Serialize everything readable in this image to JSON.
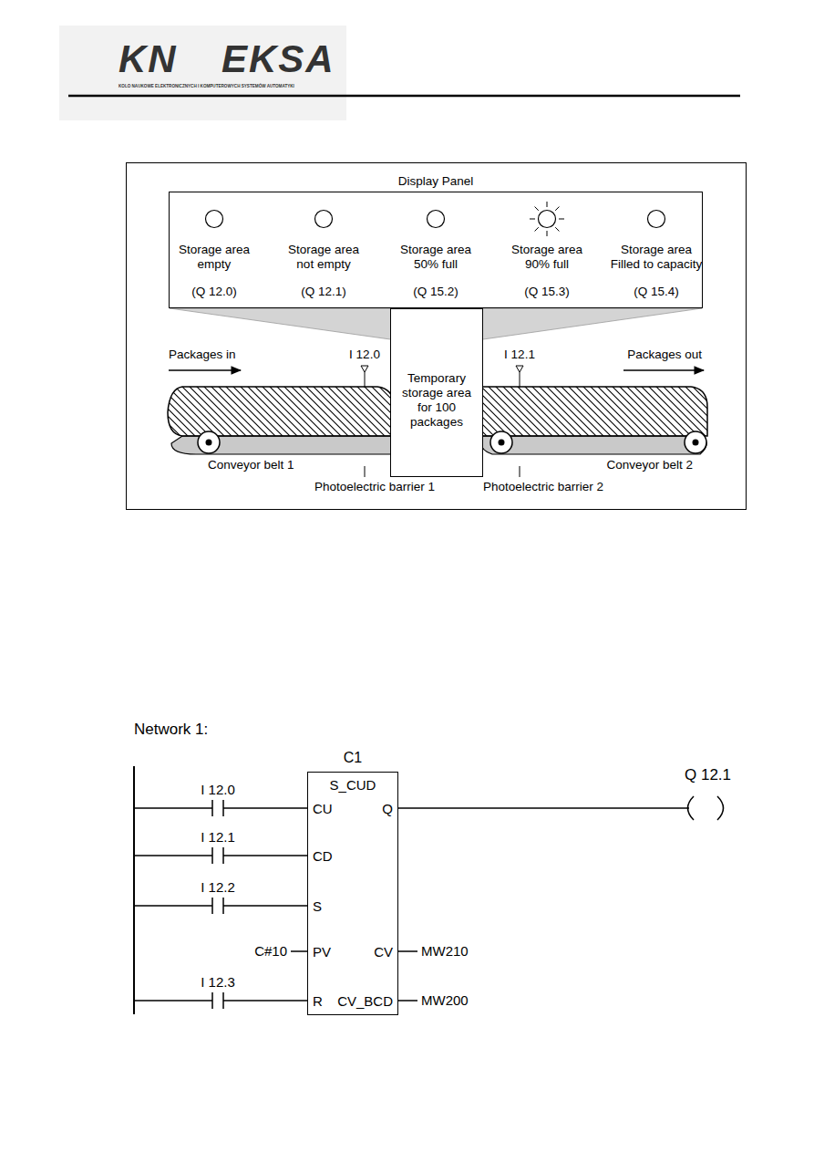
{
  "diagram": {
    "nodes": [
      {
        "text": [
          "Display Panel"
        ]
      },
      {
        "text": [
          "Storage area empty",
          "(Q 12.0)"
        ],
        "in": 0
      },
      {
        "text": [
          "Storage area not empty",
          "(Q 12.1)"
        ],
        "in": 0
      },
      {
        "text": [
          "Storage area 50% full",
          "(Q 15.2)"
        ],
        "in": 0
      },
      {
        "text": [
          "Storage area 90% full",
          "(Q 15.3)"
        ],
        "in": 0
      },
      {
        "text": [
          "Storage area Filled to capacity",
          "(Q 15.4)"
        ],
        "in": 0
      },
      {
        "text": [
          "Temporary storage area for 100 packages"
        ]
      },
      {
        "text": [
          "C1",
          "S_CUD",
          "CU",
          "Q",
          "CD",
          "S",
          "PV",
          "CV",
          "R",
          "CV_BCD"
        ]
      }
    ],
    "labels": [
      "KN",
      "EKSA",
      "KOLO NAUKOWE ELEKTRONICZNYCH I KOMPUTEROWYCH SYSTEMÓW AUTOMATYKI",
      "Packages in",
      "I 12.0",
      "I 12.1",
      "Packages out",
      "Conveyor belt 1",
      "Photoelectric barrier 1",
      "Photoelectric barrier 2",
      "Conveyor belt 2",
      "Network 1:",
      "I 12.0",
      "I 12.1",
      "I 12.2",
      "C#10",
      "I 12.3",
      "Q 12.1",
      "MW210",
      "MW200"
    ]
  }
}
